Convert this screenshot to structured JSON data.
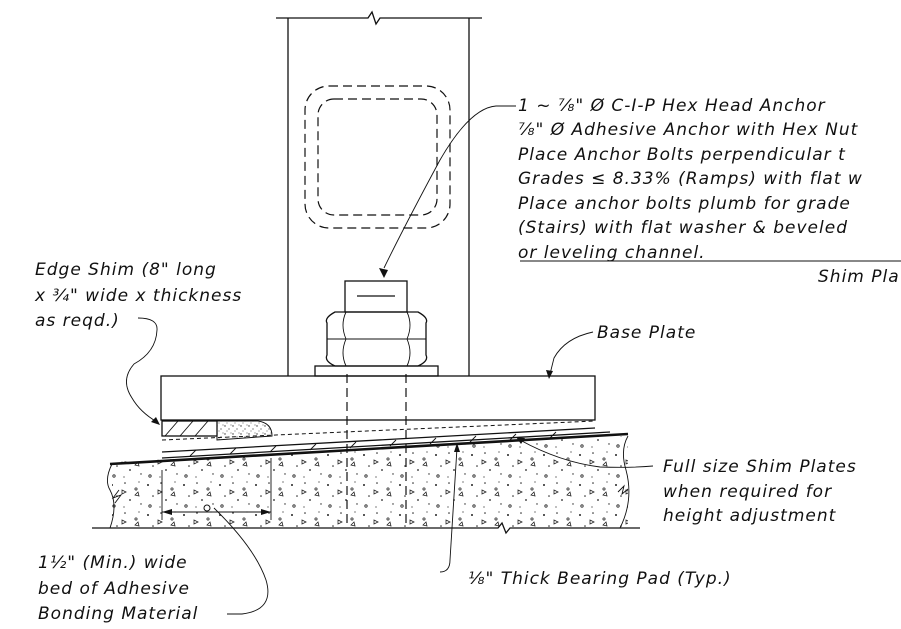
{
  "labels": {
    "anchor_line1": "1 ~ ⅞\" Ø C-I-P Hex Head Anchor",
    "anchor_line2": "⅞\" Ø Adhesive Anchor with Hex Nut",
    "anchor_line3": "Place Anchor Bolts perpendicular t",
    "anchor_line4": "Grades ≤ 8.33% (Ramps) with flat w",
    "anchor_line5": "Place anchor bolts plumb for grade",
    "anchor_line6": "(Stairs) with flat washer & beveled",
    "anchor_line7": "or leveling channel.",
    "shim_plate": "Shim Pla",
    "edge_shim_line1": "Edge Shim (8\" long",
    "edge_shim_line2": "x ¾\" wide x thickness",
    "edge_shim_line3": "as reqd.)",
    "base_plate": "Base Plate",
    "full_shim_line1": "Full size Shim Plates",
    "full_shim_line2": "when required for",
    "full_shim_line3": "height adjustment",
    "adhesive_line1": "1½\" (Min.) wide",
    "adhesive_line2": "bed of Adhesive",
    "adhesive_line3": "Bonding Material",
    "bearing_pad": "⅛\" Thick Bearing Pad (Typ.)"
  }
}
